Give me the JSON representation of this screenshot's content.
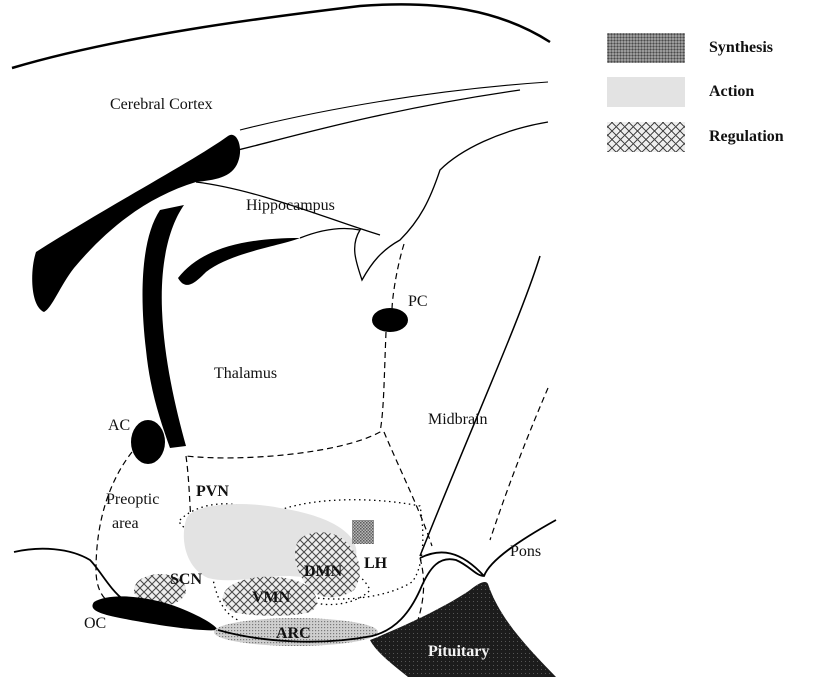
{
  "legend": [
    {
      "label": "Synthesis",
      "swatch": "synthesis"
    },
    {
      "label": "Action",
      "swatch": "action"
    },
    {
      "label": "Regulation",
      "swatch": "regulation"
    }
  ],
  "regions": {
    "cortex": "Cerebral Cortex",
    "hippocampus": "Hippocampus",
    "thalamus": "Thalamus",
    "midbrain": "Midbrain",
    "preoptic_line1": "Preoptic",
    "preoptic_line2": "area",
    "pons": "Pons",
    "pituitary": "Pituitary"
  },
  "structures": {
    "pc": "PC",
    "ac": "AC",
    "oc": "OC"
  },
  "nuclei": {
    "pvn": "PVN",
    "scn": "SCN",
    "dmn": "DMN",
    "vmn": "VMN",
    "lh": "LH",
    "arc": "ARC"
  },
  "colors": {
    "synthesis": "#8c8c8c",
    "action": "#e3e3e3",
    "regulation_line": "#555555",
    "ink": "#000000"
  }
}
